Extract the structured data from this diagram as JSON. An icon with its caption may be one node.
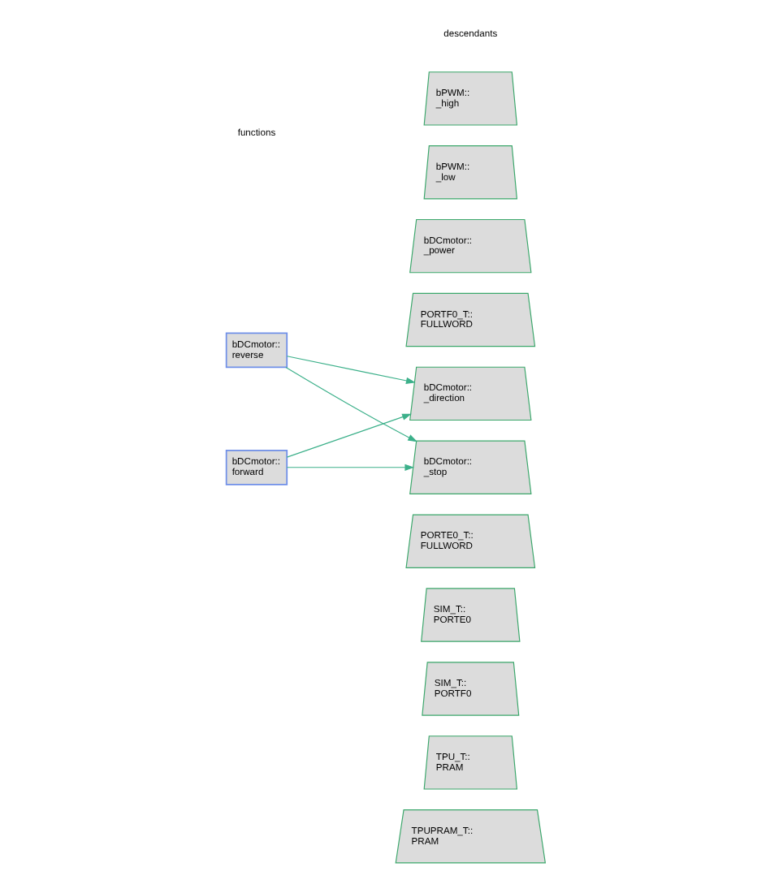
{
  "diagram": {
    "nodes": [
      {
        "text": [
          "bDCmotor:: reverse"
        ]
      },
      {
        "text": [
          "bDCmotor:: forward"
        ]
      },
      {
        "text": [
          "bPWM:: _high"
        ]
      },
      {
        "text": [
          "bPWM:: _low"
        ]
      },
      {
        "text": [
          "bDCmotor:: _power"
        ]
      },
      {
        "text": [
          "PORTF0_T:: FULLWORD"
        ]
      },
      {
        "text": [
          "bDCmotor:: _direction"
        ]
      },
      {
        "text": [
          "bDCmotor:: _stop"
        ]
      },
      {
        "text": [
          "PORTE0_T:: FULLWORD"
        ]
      },
      {
        "text": [
          "SIM_T:: PORTE0"
        ]
      },
      {
        "text": [
          "SIM_T:: PORTF0"
        ]
      },
      {
        "text": [
          "TPU_T:: PRAM"
        ]
      },
      {
        "text": [
          "TPUPRAM_T:: PRAM"
        ]
      }
    ],
    "edges": [
      {
        "from": 0,
        "to": 6,
        "arrow": "to"
      },
      {
        "from": 0,
        "to": 7,
        "arrow": "to"
      },
      {
        "from": 1,
        "to": 6,
        "arrow": "to"
      },
      {
        "from": 1,
        "to": 7,
        "arrow": "to"
      }
    ],
    "labels": [
      "functions",
      "descendants"
    ]
  }
}
